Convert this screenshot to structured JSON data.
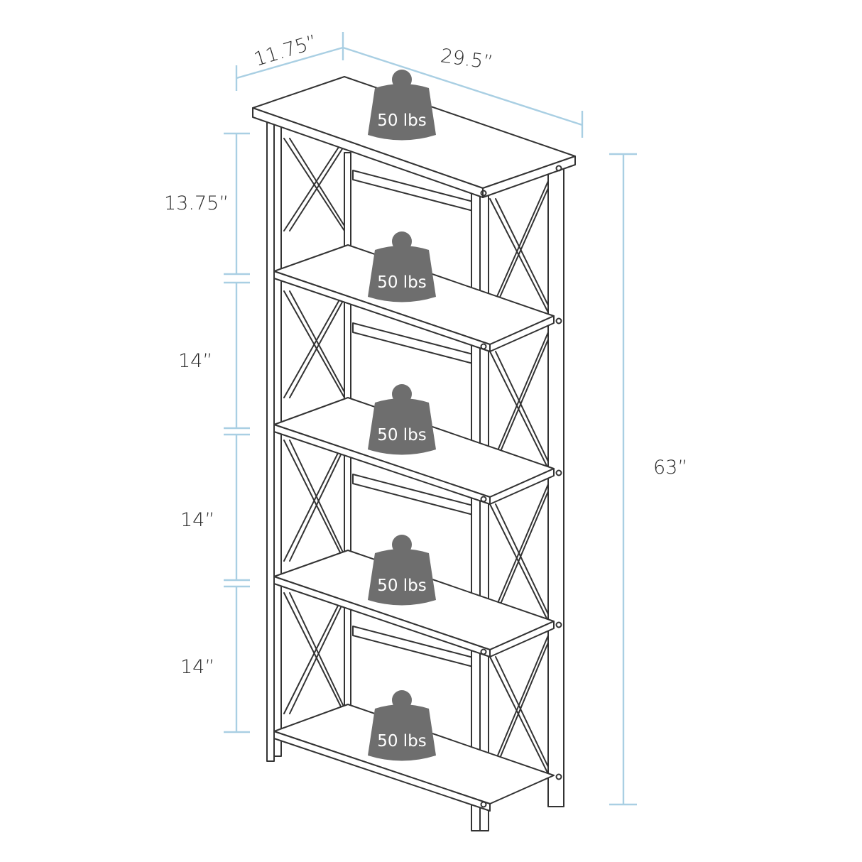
{
  "dimensions": {
    "depth": "11.75”",
    "width": "29.5”",
    "height": "63”",
    "shelf_spacing": [
      "13.75”",
      "14”",
      "14”",
      "14”"
    ]
  },
  "weights": [
    {
      "label": "50 lbs"
    },
    {
      "label": "50 lbs"
    },
    {
      "label": "50 lbs"
    },
    {
      "label": "50 lbs"
    },
    {
      "label": "50 lbs"
    }
  ],
  "colors": {
    "outline": "#333333",
    "dimension_line": "#a9cfe3",
    "weight_fill": "#6e6e6e",
    "weight_text": "#ffffff"
  }
}
